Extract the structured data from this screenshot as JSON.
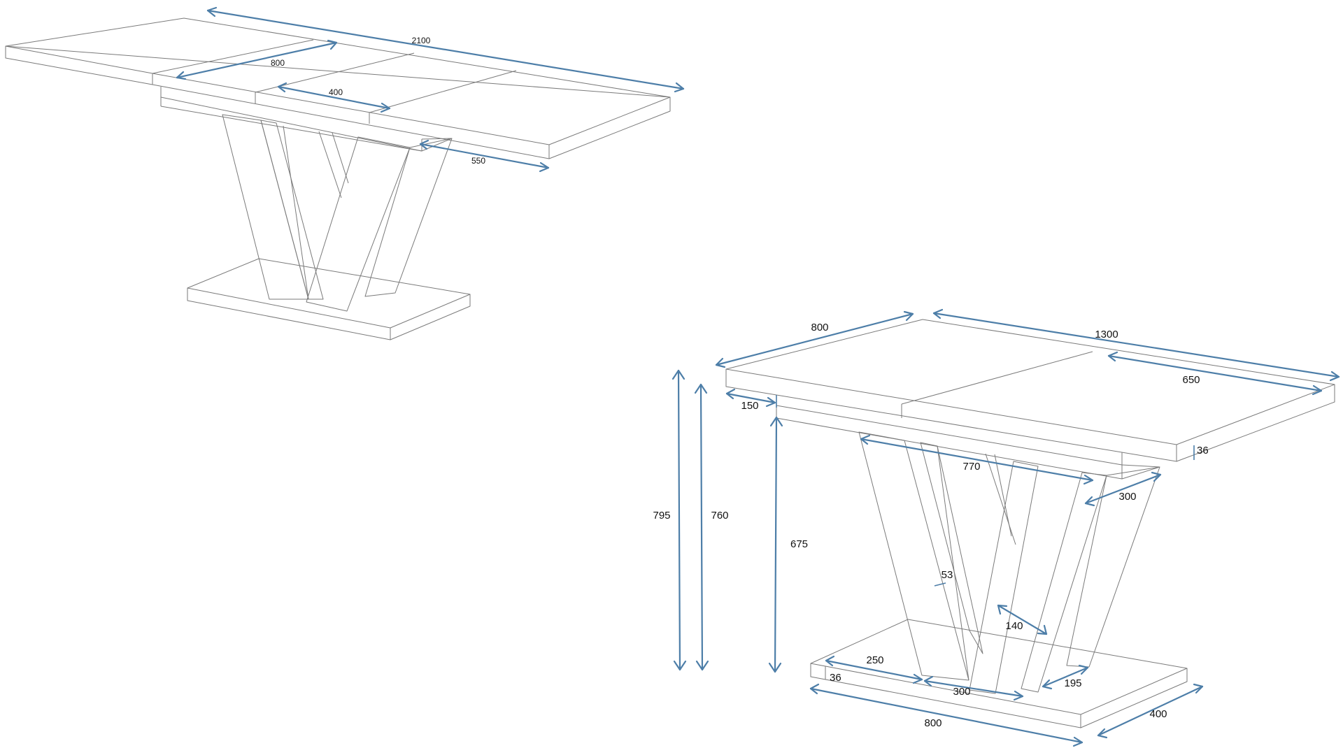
{
  "extended_view": {
    "dimensions": {
      "length": "2100",
      "leaf_width": "800",
      "extension": "400",
      "depth": "550"
    }
  },
  "closed_view": {
    "dimensions": {
      "top_width": "800",
      "top_length": "1300",
      "top_inset": "650",
      "overhang": "150",
      "top_thickness": "36",
      "frame_length": "770",
      "frame_depth": "300",
      "total_height": "795",
      "table_height": "760",
      "leg_height": "675",
      "leg_thickness": "53",
      "leg_width": "140",
      "base_offset": "250",
      "base_thickness": "36",
      "leg_gap": "300",
      "leg_foot": "195",
      "base_length": "800",
      "base_depth": "400"
    }
  },
  "colors": {
    "dimension_line": "#4d7ea8",
    "outline": "#7a7a7a"
  }
}
